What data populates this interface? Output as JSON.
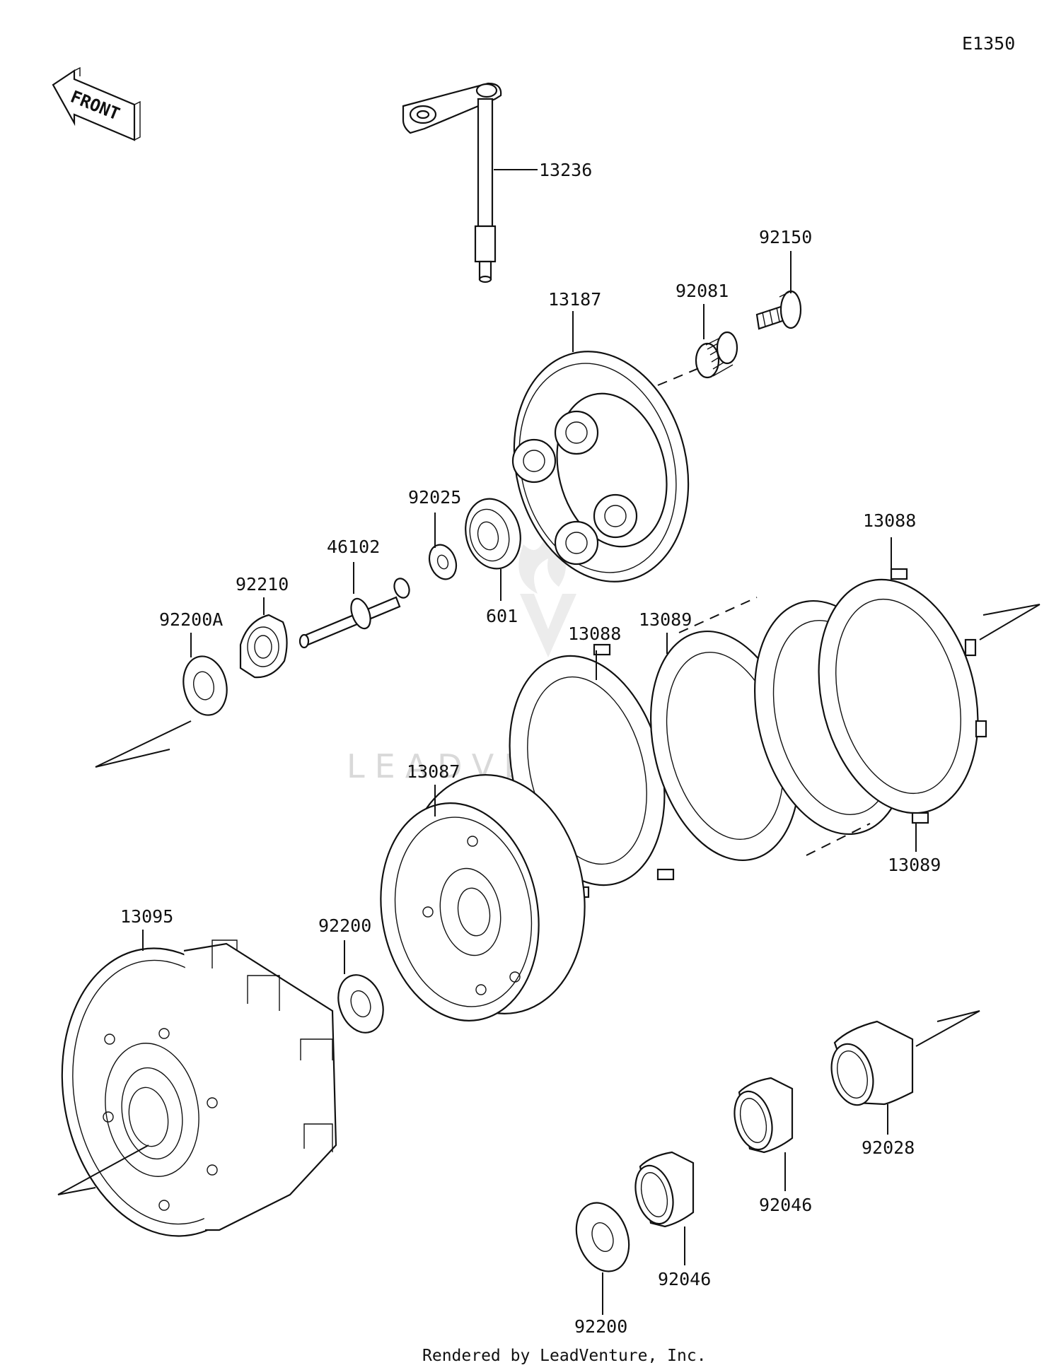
{
  "diagram_code": "E1350",
  "front_label": "FRONT",
  "watermark": "LEADVENTURE",
  "footer": "Rendered by LeadVenture, Inc.",
  "parts": {
    "p13236": "13236",
    "p92150": "92150",
    "p92081": "92081",
    "p13187": "13187",
    "p92025": "92025",
    "p46102": "46102",
    "p92210": "92210",
    "p92200A": "92200A",
    "p601": "601",
    "p13088a": "13088",
    "p13088b": "13088",
    "p13089a": "13089",
    "p13089b": "13089",
    "p13087": "13087",
    "p13095": "13095",
    "p92200a": "92200",
    "p92200b": "92200",
    "p92028": "92028",
    "p92046a": "92046",
    "p92046b": "92046"
  }
}
